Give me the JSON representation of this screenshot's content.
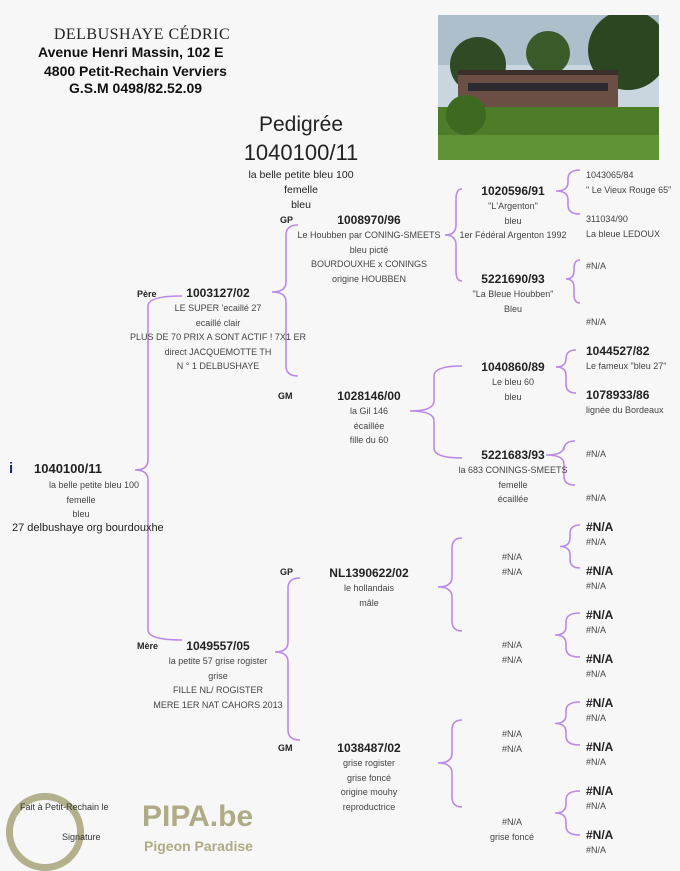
{
  "header": {
    "owner": "DELBUSHAYE CÉDRIC",
    "address": "Avenue Henri Massin, 102    E",
    "city": "4800  Petit-Rechain Verviers",
    "phone": "G.S.M  0498/82.52.09"
  },
  "title": {
    "heading": "Pedigrée",
    "ring": "1040100/11",
    "lines": [
      "la belle petite bleu 100",
      "femelle",
      "bleu"
    ]
  },
  "subject": {
    "marker": "i",
    "ring": "1040100/11",
    "lines": [
      "la belle petite bleu 100",
      "femelle",
      "bleu"
    ],
    "note": "27 delbushaye org bourdouxhe"
  },
  "labels": {
    "pere": "Père",
    "mere": "Mère",
    "gp": "GP",
    "gm": "GM"
  },
  "pere": {
    "ring": "1003127/02",
    "lines": [
      "LE SUPER 'ecaillé 27",
      "ecaillé clair",
      "PLUS DE 70 PRIX A SONT ACTIF ! 7X1 ER",
      "direct JACQUEMOTTE TH",
      "N ° 1 DELBUSHAYE"
    ]
  },
  "mere": {
    "ring": "1049557/05",
    "lines": [
      "la petite 57 grise rogister",
      "grise",
      "FILLE NL/ ROGISTER",
      "MERE 1ER NAT CAHORS 2013"
    ]
  },
  "gen2": [
    {
      "ring": "1008970/96",
      "lines": [
        "Le Houbben par CONING-SMEETS",
        "bleu picté",
        "BOURDOUXHE x CONINGS",
        "origine HOUBBEN"
      ]
    },
    {
      "ring": "1028146/00",
      "lines": [
        "la Gil 146",
        "écaillée",
        "fille du 60"
      ]
    },
    {
      "ring": "NL1390622/02",
      "lines": [
        "le  hollandais",
        "mâle"
      ]
    },
    {
      "ring": "1038487/02",
      "lines": [
        "grise rogister",
        "grise foncé",
        "origine mouhy",
        "reproductrice"
      ]
    }
  ],
  "gen3": [
    {
      "ring": "1020596/91",
      "lines": [
        "\"L'Argenton\"",
        "bleu",
        "1er Fédéral Argenton 1992"
      ]
    },
    {
      "ring": "5221690/93",
      "lines": [
        "\"La Bleue Houbben\"",
        "Bleu"
      ]
    },
    {
      "ring": "1040860/89",
      "lines": [
        "Le bleu 60",
        "bleu"
      ]
    },
    {
      "ring": "5221683/93",
      "lines": [
        "la 683 CONINGS-SMEETS",
        "femelle",
        "écaillée"
      ]
    },
    {
      "ring": "",
      "lines": [
        "#N/A",
        "#N/A"
      ]
    },
    {
      "ring": "",
      "lines": [
        "#N/A",
        "#N/A"
      ]
    },
    {
      "ring": "",
      "lines": [
        "#N/A",
        "#N/A"
      ]
    },
    {
      "ring": "",
      "lines": [
        "#N/A",
        "grise foncé"
      ]
    }
  ],
  "gen4": [
    {
      "ring": "1043065/84",
      "bold": false,
      "line": "\" Le Vieux Rouge 65\""
    },
    {
      "ring": "311034/90",
      "bold": false,
      "line": "La bleue LEDOUX"
    },
    {
      "ring": "#N/A",
      "bold": false,
      "line": ""
    },
    {
      "ring": "#N/A",
      "bold": false,
      "line": ""
    },
    {
      "ring": "1044527/82",
      "bold": true,
      "line": "Le fameux \"bleu 27\""
    },
    {
      "ring": "1078933/86",
      "bold": true,
      "line": "lignée du Bordeaux"
    },
    {
      "ring": "#N/A",
      "bold": false,
      "line": ""
    },
    {
      "ring": "#N/A",
      "bold": false,
      "line": ""
    },
    {
      "ring": "#N/A",
      "bold": true,
      "line": "#N/A"
    },
    {
      "ring": "#N/A",
      "bold": true,
      "line": "#N/A"
    },
    {
      "ring": "#N/A",
      "bold": true,
      "line": "#N/A"
    },
    {
      "ring": "#N/A",
      "bold": true,
      "line": "#N/A"
    },
    {
      "ring": "#N/A",
      "bold": true,
      "line": "#N/A"
    },
    {
      "ring": "#N/A",
      "bold": true,
      "line": "#N/A"
    },
    {
      "ring": "#N/A",
      "bold": true,
      "line": "#N/A"
    },
    {
      "ring": "#N/A",
      "bold": true,
      "line": "#N/A"
    }
  ],
  "footer": {
    "place": "Fait à Petit-Rechain le",
    "signature": "Signature"
  },
  "watermark": {
    "brand": "PIPA.be",
    "tagline": "Pigeon Paradise"
  },
  "colors": {
    "brace": "#b98ae8",
    "watermark": "#a7a37a"
  }
}
